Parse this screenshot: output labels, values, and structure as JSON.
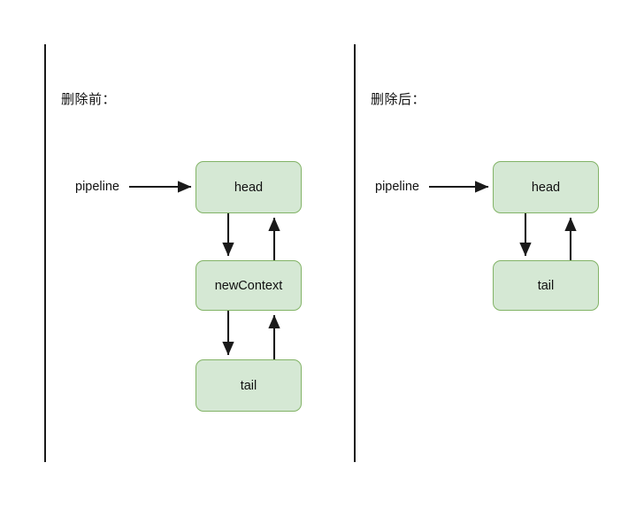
{
  "diagram": {
    "background_color": "#ffffff",
    "node_fill_color": "#d5e8d4",
    "node_border_color": "#82b366",
    "arrow_color": "#1a1a1a",
    "divider_color": "#1a1a1a",
    "panels": [
      {
        "id": "before",
        "title": "删除前：",
        "entry_label": "pipeline",
        "nodes": [
          {
            "id": "head",
            "label": "head"
          },
          {
            "id": "newContext",
            "label": "newContext"
          },
          {
            "id": "tail",
            "label": "tail"
          }
        ],
        "links": [
          {
            "from": "head",
            "to": "newContext",
            "direction": "down"
          },
          {
            "from": "newContext",
            "to": "head",
            "direction": "up"
          },
          {
            "from": "newContext",
            "to": "tail",
            "direction": "down"
          },
          {
            "from": "tail",
            "to": "newContext",
            "direction": "up"
          }
        ]
      },
      {
        "id": "after",
        "title": "删除后：",
        "entry_label": "pipeline",
        "nodes": [
          {
            "id": "head",
            "label": "head"
          },
          {
            "id": "tail",
            "label": "tail"
          }
        ],
        "links": [
          {
            "from": "head",
            "to": "tail",
            "direction": "down"
          },
          {
            "from": "tail",
            "to": "head",
            "direction": "up"
          }
        ]
      }
    ]
  }
}
